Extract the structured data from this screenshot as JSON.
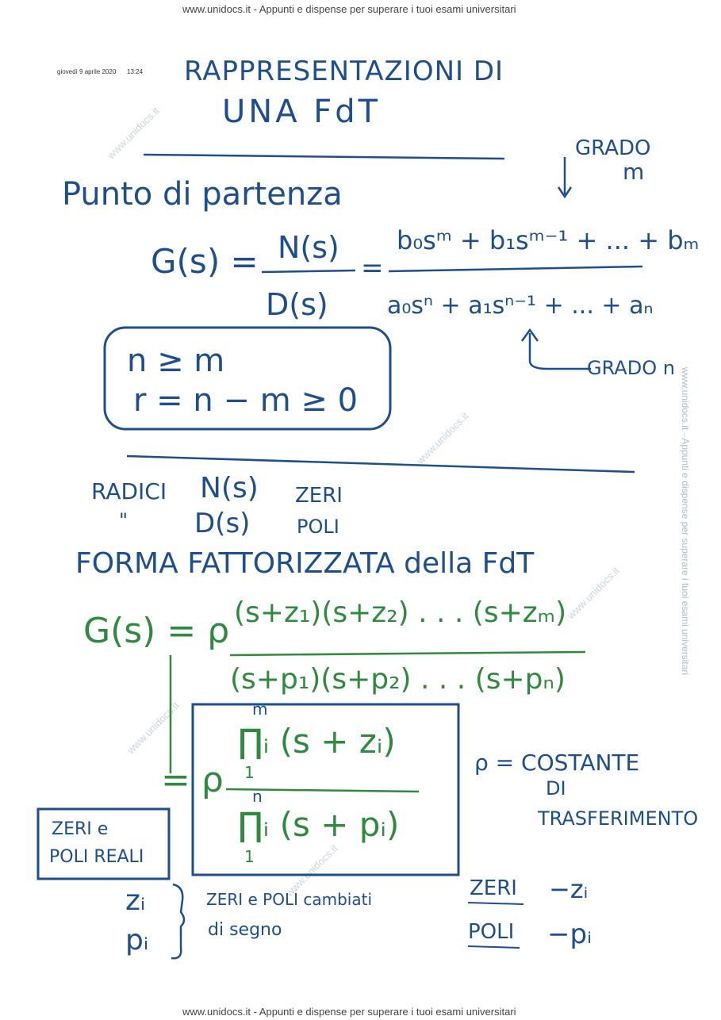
{
  "watermark": {
    "top_banner": "www.unidocs.it - Appunti e dispense per superare i tuoi esami universitari",
    "bottom_banner": "www.unidocs.it - Appunti e dispense per superare i tuoi esami universitari",
    "side_text": "www.unidocs.it - Appunti e dispense per superare i tuoi esami universitari",
    "diag_text": "www.unidocs.it"
  },
  "meta": {
    "date": "giovedì 9 aprile 2020",
    "time": "13:24"
  },
  "notes": {
    "title_line1": "RAPPRESENTAZIONI DI",
    "title_line2": "UNA FdT",
    "grado_top": "GRADO",
    "grado_top_m": "m",
    "start_label": "Punto di partenza",
    "gs": "G(s) =",
    "ns": "N(s)",
    "ds": "D(s)",
    "eq2": "=",
    "num_poly": "b₀sᵐ + b₁sᵐ⁻¹ + ... + bₘ",
    "den_poly": "a₀sⁿ + a₁sⁿ⁻¹ + ... + aₙ",
    "grado_n": "GRADO n",
    "box_line1": "n ≥ m",
    "box_line2": "r = n − m ≥ 0",
    "radici": "RADICI",
    "radici_sub": "\"",
    "ns2": "N(s)",
    "ds2": "D(s)",
    "zeri": "ZERI",
    "poli": "POLI",
    "forma": "FORMA FATTORIZZATA della FdT",
    "gs_green": "G(s) = ρ",
    "fact_num": "(s+z₁)(s+z₂) . . . (s+zₘ)",
    "fact_den": "(s+p₁)(s+p₂) . . . (s+pₙ)",
    "eq_rho": "= ρ",
    "prod_num_top": "m",
    "prod_num": "∏ᵢ (s + zᵢ)",
    "prod_num_bot": "1",
    "prod_den_top": "n",
    "prod_den": "∏ᵢ (s + pᵢ)",
    "prod_den_bot": "1",
    "rho_def": "ρ = COSTANTE",
    "rho_def2": "DI",
    "rho_def3": "TRASFERIMENTO",
    "zeri_reali_1": "ZERI e",
    "zeri_reali_2": "POLI REALI",
    "zi": "zᵢ",
    "pi": "pᵢ",
    "zeri_poli_note": "ZERI e POLI cambiati",
    "zeri_poli_note2": "di segno",
    "zeri2": "ZERI",
    "minus_zi": "−zᵢ",
    "poli2": "POLI",
    "minus_pi": "−pᵢ"
  },
  "colors": {
    "blue_ink": "#1d4e8f",
    "green_ink": "#2e8b3e",
    "watermark": "#c9d6de"
  }
}
